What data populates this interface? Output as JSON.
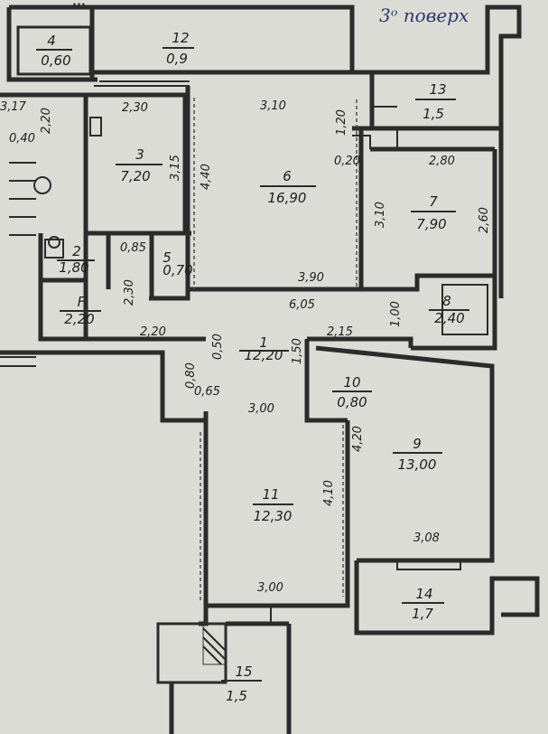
{
  "header_text": "...",
  "floor_note": "3ᵒ поверх",
  "rooms": [
    {
      "id": "r4",
      "number": "4",
      "area": "0,60"
    },
    {
      "id": "r12",
      "number": "12",
      "area": "0,9"
    },
    {
      "id": "r13",
      "number": "13",
      "area": "1,5"
    },
    {
      "id": "r3",
      "number": "3",
      "area": "7,20"
    },
    {
      "id": "r6",
      "number": "6",
      "area": "16,90"
    },
    {
      "id": "r7",
      "number": "7",
      "area": "7,90"
    },
    {
      "id": "r2",
      "number": "2",
      "area": "1,80"
    },
    {
      "id": "r5",
      "number": "5",
      "area": "0,70"
    },
    {
      "id": "rF",
      "number": "F",
      "area": "2,20"
    },
    {
      "id": "r8",
      "number": "8",
      "area": "2,40"
    },
    {
      "id": "r1",
      "number": "1",
      "area": "12,20"
    },
    {
      "id": "r10",
      "number": "10",
      "area": "0,80"
    },
    {
      "id": "r9",
      "number": "9",
      "area": "13,00"
    },
    {
      "id": "r11",
      "number": "11",
      "area": "12,30"
    },
    {
      "id": "r14",
      "number": "14",
      "area": "1,7"
    },
    {
      "id": "r15",
      "number": "15",
      "area": "1,5"
    }
  ],
  "dimensions": [
    "3,17",
    "0,40",
    "2,20",
    "2,30",
    "3,10",
    "1,20",
    "0,20",
    "2,80",
    "3,15",
    "4,40",
    "3,10",
    "2,60",
    "0,85",
    "2,30",
    "3,90",
    "6,05",
    "1,00",
    "2,20",
    "0,50",
    "2,15",
    "1,50",
    "0,80",
    "0,65",
    "3,00",
    "4,20",
    "4,10",
    "3,08",
    "3,00"
  ]
}
